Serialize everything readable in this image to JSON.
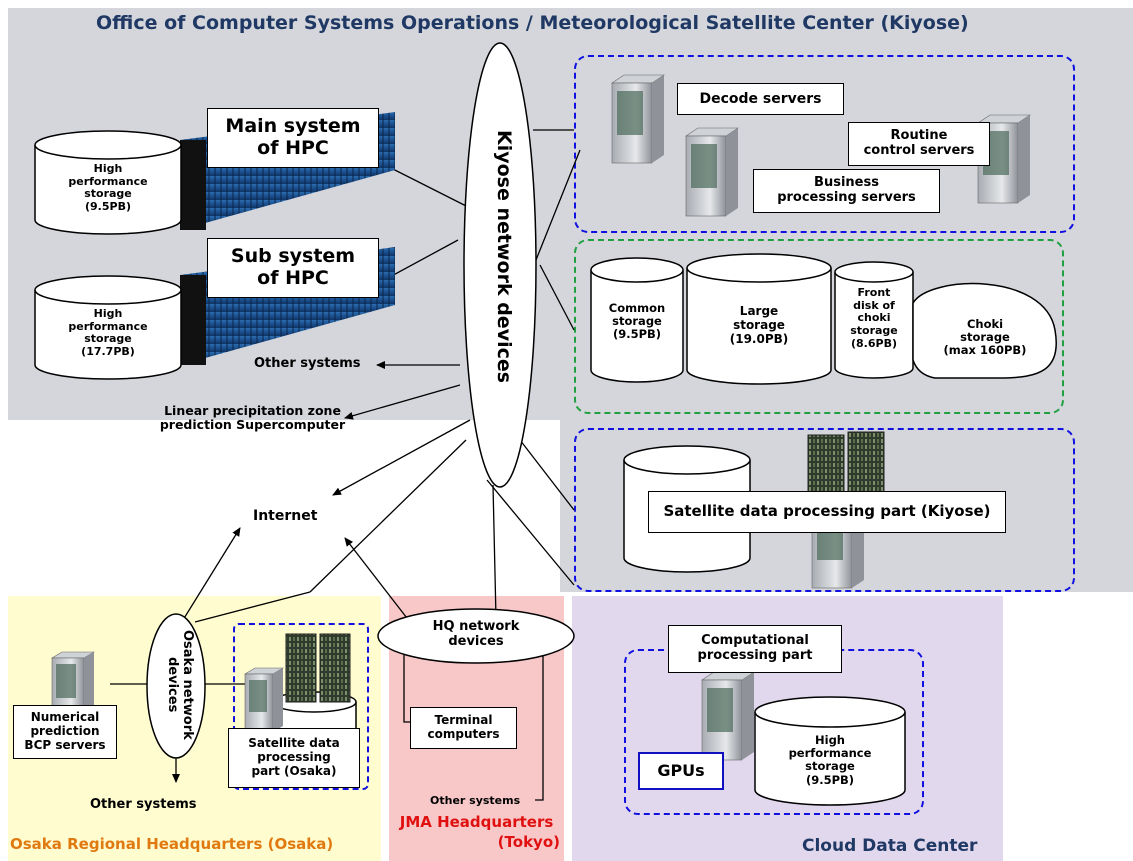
{
  "title": "Office of Computer Systems Operations /  Meteorological Satellite Center (Kiyose)",
  "kiyose_network": "Kiyose network devices",
  "hpc": {
    "main_label": [
      "Main system",
      "of HPC"
    ],
    "sub_label": [
      "Sub system",
      "of HPC"
    ],
    "main_storage": [
      "High",
      "performance",
      "storage",
      "(9.5PB)"
    ],
    "sub_storage": [
      "High",
      "performance",
      "storage",
      "(17.7PB)"
    ]
  },
  "other_systems_kiyose": "Other systems",
  "linear_precip": [
    "Linear precipitation zone",
    "prediction Supercomputer"
  ],
  "internet": "Internet",
  "servers": {
    "decode": "Decode servers",
    "routine": [
      "Routine",
      "control servers"
    ],
    "business": [
      "Business",
      "processing servers"
    ]
  },
  "storage": {
    "common": [
      "Common",
      "storage",
      "(9.5PB)"
    ],
    "large": [
      "Large",
      "storage",
      "(19.0PB)"
    ],
    "front": [
      "Front",
      "disk of",
      "choki",
      "storage",
      "(8.6PB)"
    ],
    "choki": [
      "Choki",
      "storage",
      "(max 160PB)"
    ]
  },
  "satellite_kiyose": "Satellite data processing part (Kiyose)",
  "osaka": {
    "network": [
      "Osaka network",
      "devices"
    ],
    "bcp": [
      "Numerical",
      "prediction",
      "BCP servers"
    ],
    "satellite": [
      "Satellite data",
      "processing",
      "part (Osaka)"
    ],
    "other_systems": "Other systems",
    "region_title": "Osaka Regional Headquarters (Osaka)"
  },
  "hq": {
    "network": [
      "HQ network",
      "devices"
    ],
    "terminal": [
      "Terminal",
      "computers"
    ],
    "other_systems": "Other systems",
    "region_title": [
      "JMA Headquarters",
      "(Tokyo)"
    ]
  },
  "cloud": {
    "computational": [
      "Computational",
      "processing part"
    ],
    "gpus": "GPUs",
    "storage": [
      "High",
      "performance",
      "storage",
      "(9.5PB)"
    ],
    "region_title": "Cloud Data Center"
  },
  "colors": {
    "kiyose_bg": "#d4d6db",
    "osaka_bg": "#fffdd0",
    "hq_bg": "#f8c8c8",
    "cloud_bg": "#e2d8ee",
    "title_blue": "#1f3864",
    "osaka_title": "#e07a10",
    "hq_title": "#e01010",
    "dash_blue": "#1010e0",
    "dash_green": "#20a040"
  }
}
